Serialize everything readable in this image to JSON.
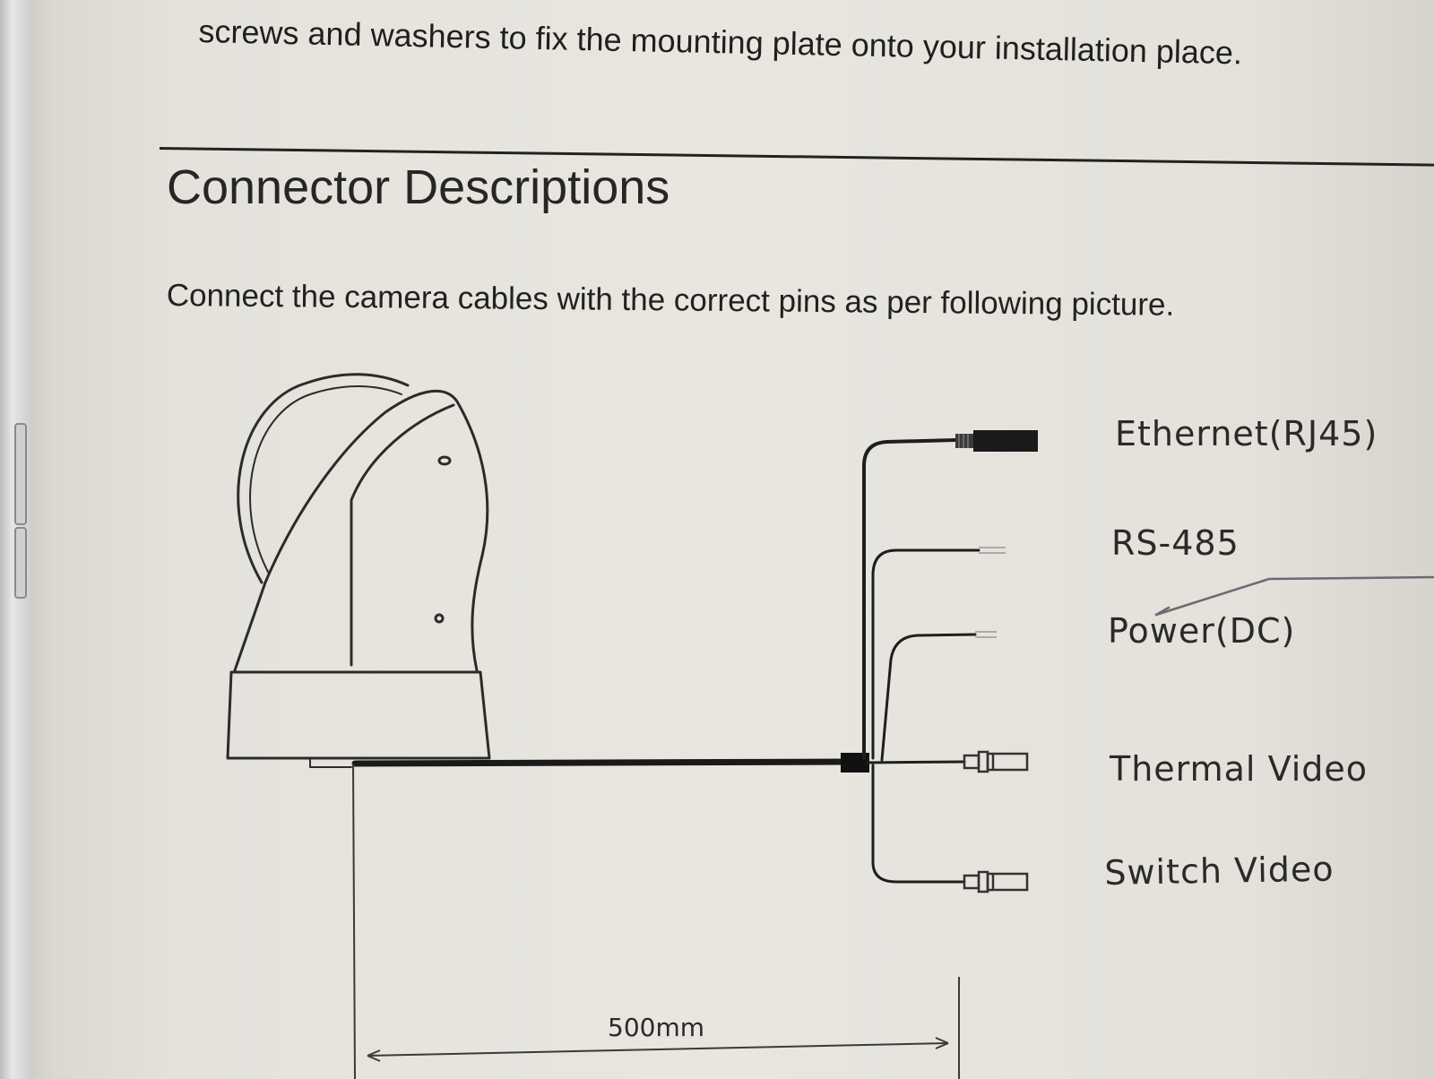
{
  "document": {
    "top_text": "screws and washers to fix the mounting plate onto your installation place.",
    "section_heading": "Connector Descriptions",
    "intro_text": "Connect the camera cables with the correct pins as per following picture."
  },
  "diagram": {
    "connectors": {
      "ethernet": "Ethernet(RJ45)",
      "rs485": "RS-485",
      "power": "Power(DC)",
      "thermal_video": "Thermal Video",
      "switch_video": "Switch Video"
    },
    "cable_length": "500mm"
  }
}
